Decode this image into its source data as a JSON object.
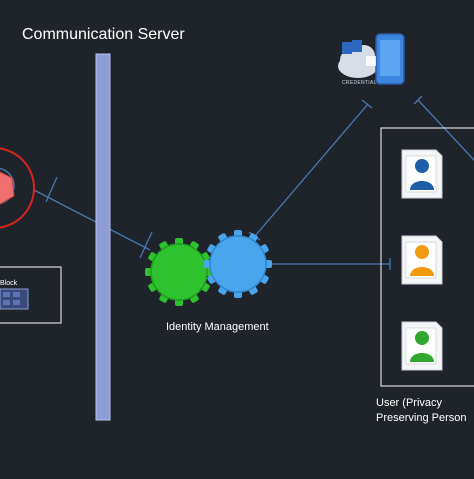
{
  "title": "Communication Server",
  "identity_management_label": "Identity Management",
  "user_label_line1": "User (Privacy",
  "user_label_line2": "Preserving Person",
  "block_label": "Block",
  "cloud_label": "CREDENTIAL",
  "colors": {
    "background": "#1f232a",
    "server_bar": "#8d9dd6",
    "link_line": "#4a79b0",
    "gear_green": "#2ec22e",
    "gear_blue": "#4aa6ec",
    "red_ring": "#d92424",
    "user_blue": "#1f5ea8",
    "user_orange": "#f19a12",
    "user_green": "#2fa82f",
    "panel_border": "#d8d8d8"
  },
  "icons": [
    "gear-icon",
    "cloud-phone-icon",
    "user-card-icon",
    "robot-icon",
    "block-icon"
  ]
}
